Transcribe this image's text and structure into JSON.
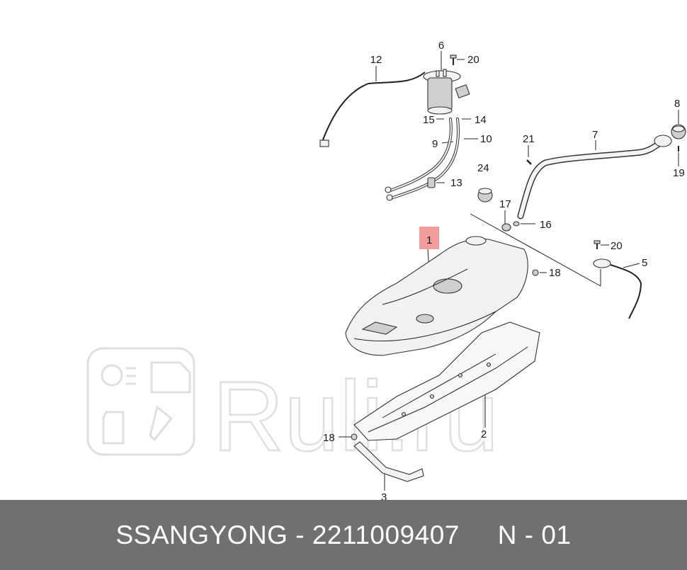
{
  "diagram": {
    "callouts": [
      {
        "id": "c1",
        "label": "1"
      },
      {
        "id": "c2",
        "label": "2"
      },
      {
        "id": "c3",
        "label": "3"
      },
      {
        "id": "c5",
        "label": "5"
      },
      {
        "id": "c6",
        "label": "6"
      },
      {
        "id": "c7",
        "label": "7"
      },
      {
        "id": "c8",
        "label": "8"
      },
      {
        "id": "c9",
        "label": "9"
      },
      {
        "id": "c10",
        "label": "10"
      },
      {
        "id": "c12",
        "label": "12"
      },
      {
        "id": "c13",
        "label": "13"
      },
      {
        "id": "c14",
        "label": "14"
      },
      {
        "id": "c15",
        "label": "15"
      },
      {
        "id": "c16",
        "label": "16"
      },
      {
        "id": "c17",
        "label": "17"
      },
      {
        "id": "c18a",
        "label": "18"
      },
      {
        "id": "c18b",
        "label": "18"
      },
      {
        "id": "c19",
        "label": "19"
      },
      {
        "id": "c20a",
        "label": "20"
      },
      {
        "id": "c20b",
        "label": "20"
      },
      {
        "id": "c21",
        "label": "21"
      },
      {
        "id": "c24",
        "label": "24"
      }
    ],
    "highlight_color": "#f08a8a",
    "watermark": {
      "text": "Ruli.ru"
    }
  },
  "footer": {
    "text": "SSANGYONG - 2211009407     N - 01",
    "background": "#707070"
  }
}
